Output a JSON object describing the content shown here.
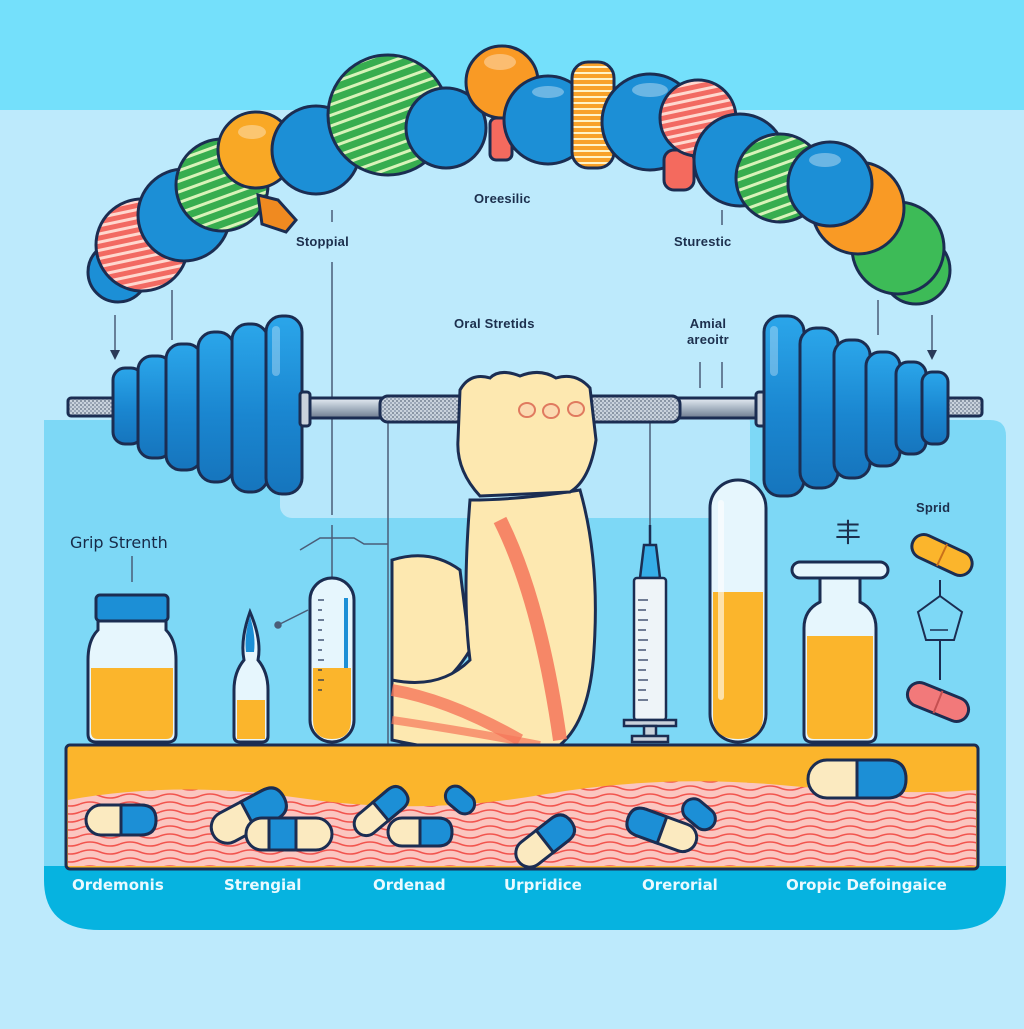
{
  "title": "Oral steroids and grip strength infographic",
  "colors": {
    "sky_band": "#74e0fb",
    "background": "#bdeafc",
    "panel": "#7dd8f6",
    "footer_band": "#06b3e0",
    "plate_blue": "#1c8fd6",
    "outline": "#1b2d52",
    "liquid": "#fbb52c",
    "orange": "#f99a25",
    "green": "#3dbb57",
    "coral": "#f46a5e",
    "skin": "#fde8b0",
    "muscle": "#f5765a"
  },
  "labels": {
    "top_center": "Oreesilic",
    "left_upper": "Stoppial",
    "right_upper": "Sturestic",
    "center": "Oral Stretids",
    "right_center_line1": "Amial",
    "right_center_line2": "areoitr",
    "grip": "Grip Strenth",
    "right_pill": "Sprid",
    "vial_symbol": "丰"
  },
  "footer": {
    "items": [
      "Ordemonis",
      "Strengial",
      "Ordenad",
      "Urpridice",
      "Orerorial",
      "Oropic Defoingaice"
    ]
  },
  "illustration": {
    "arc_beads": [
      "blue",
      "coral-striped",
      "blue",
      "green-striped",
      "orange",
      "blue",
      "green-striped",
      "blue",
      "orange",
      "blue",
      "orange-striped",
      "blue",
      "coral-striped",
      "blue",
      "green-striped",
      "blue",
      "orange",
      "green",
      "green"
    ],
    "items": [
      "barbell",
      "fist",
      "flexed-arm",
      "jar",
      "ampoule",
      "test-tube",
      "syringe",
      "tall-tube",
      "vial",
      "capsule-orange",
      "capsule-pink",
      "molecule",
      "capsules"
    ]
  }
}
